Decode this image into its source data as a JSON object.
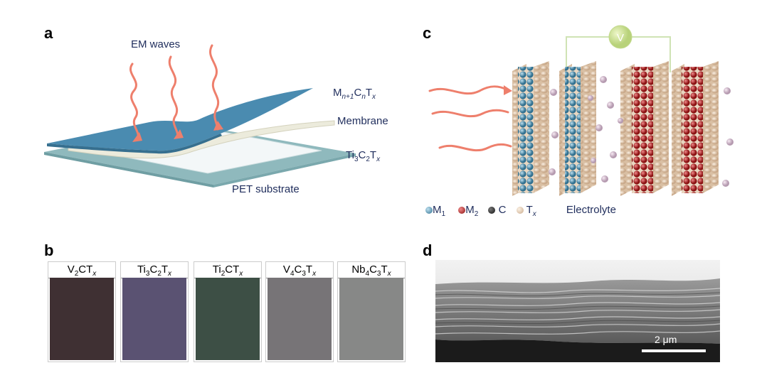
{
  "panels": {
    "a": "a",
    "b": "b",
    "c": "c",
    "d": "d"
  },
  "panel_a": {
    "em_waves": "EM waves",
    "top_layer_label": "M",
    "top_layer_sub1": "n+1",
    "top_layer_mid": "C",
    "top_layer_sub2": "n",
    "top_layer_mid2": "T",
    "top_layer_sub3": "x",
    "membrane": "Membrane",
    "ti_label": {
      "a": "Ti",
      "s1": "3",
      "b": "C",
      "s2": "2",
      "c": "T",
      "s3": "x"
    },
    "substrate": "PET substrate",
    "colors": {
      "mxene": "#4a8bb0",
      "membrane": "#ecebdc",
      "substrate": "#8fb9bd",
      "wave": "#ee7f6c"
    }
  },
  "panel_b": {
    "samples": [
      {
        "name_a": "V",
        "sub_a": "2",
        "name_b": "CT",
        "sub_b": "x",
        "name_c": "",
        "sub_c": "",
        "color": "#3f3033"
      },
      {
        "name_a": "Ti",
        "sub_a": "3",
        "name_b": "C",
        "sub_b": "2",
        "name_c": "T",
        "sub_c": "x",
        "color": "#5a5272"
      },
      {
        "name_a": "Ti",
        "sub_a": "2",
        "name_b": "CT",
        "sub_b": "x",
        "name_c": "",
        "sub_c": "",
        "color": "#3d4f45"
      },
      {
        "name_a": "V",
        "sub_a": "4",
        "name_b": "C",
        "sub_b": "3",
        "name_c": "T",
        "sub_c": "x",
        "color": "#777477"
      },
      {
        "name_a": "Nb",
        "sub_a": "4",
        "name_b": "C",
        "sub_b": "3",
        "name_c": "T",
        "sub_c": "x",
        "color": "#878887"
      }
    ]
  },
  "panel_c": {
    "voltage": "V",
    "legend": [
      {
        "label": "M",
        "sub": "1",
        "color": "#4f8fae"
      },
      {
        "label": "M",
        "sub": "2",
        "color": "#b81d1d"
      },
      {
        "label": "C",
        "sub": "",
        "color": "#222222"
      },
      {
        "label": "T",
        "sub": "x",
        "color": "#e7cdb0"
      }
    ],
    "electrolyte": "Electrolyte"
  },
  "panel_d": {
    "scale_bar": "2 μm"
  }
}
